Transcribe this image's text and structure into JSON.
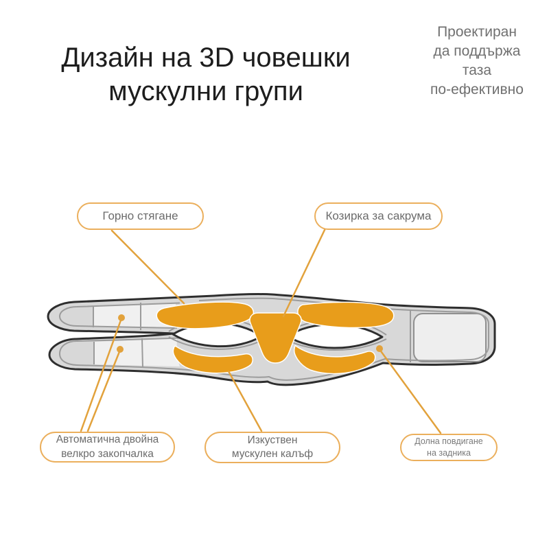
{
  "header": {
    "title": "Дизайн на 3D човешки\nмускулни групи",
    "tagline": "Проектиран\nда поддържа\nтаза\nпо-ефективно"
  },
  "callouts": {
    "top_tightening": "Горно стягане",
    "sacrum_visor": "Козирка за сакрума",
    "velcro": "Автоматична двойна\nвелкро закопчалка",
    "muscle_sleeve": "Изкуствен\nмускулен калъф",
    "butt_lift": "Долна повдигане\nна задника"
  },
  "colors": {
    "pad_orange": "#E89D1B",
    "leader_orange": "#E2A23C",
    "callout_border": "#EBAF5C",
    "title_text": "#1d1d1d",
    "secondary_text": "#707070",
    "belt_fill": "#d8d8d8",
    "belt_outline": "#2e2e2e"
  }
}
